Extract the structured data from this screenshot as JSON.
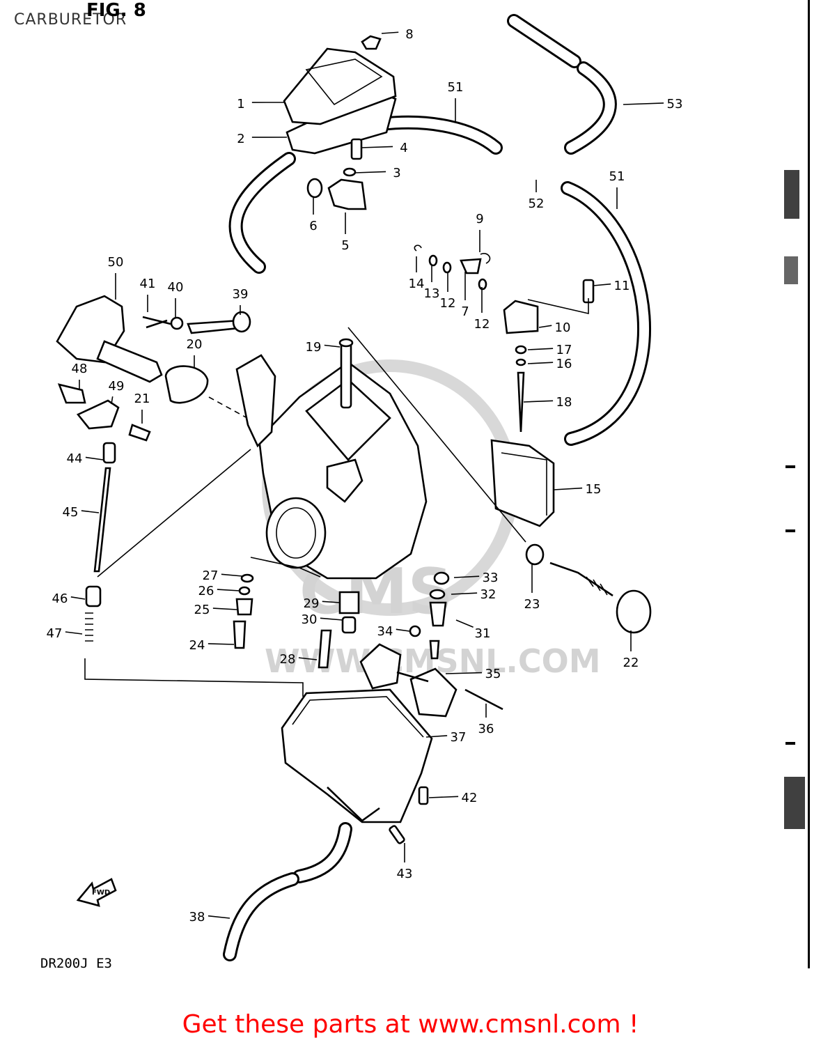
{
  "header": {
    "subtitle": "CARBURETOR",
    "figure": "FIG. 8"
  },
  "model_code": "DR200J  E3",
  "watermark": {
    "brand": "CMS",
    "url": "WWW.CMSNL.COM"
  },
  "fwd_arrow_label": "FWD",
  "footer": {
    "link_text": "Get these parts at www.cmsnl.com !",
    "color": "#ff0000"
  },
  "callouts": [
    {
      "n": "1"
    },
    {
      "n": "2"
    },
    {
      "n": "3"
    },
    {
      "n": "4"
    },
    {
      "n": "5"
    },
    {
      "n": "6"
    },
    {
      "n": "7"
    },
    {
      "n": "8"
    },
    {
      "n": "9"
    },
    {
      "n": "10"
    },
    {
      "n": "11"
    },
    {
      "n": "12"
    },
    {
      "n": "12"
    },
    {
      "n": "13"
    },
    {
      "n": "14"
    },
    {
      "n": "15"
    },
    {
      "n": "16"
    },
    {
      "n": "17"
    },
    {
      "n": "18"
    },
    {
      "n": "19"
    },
    {
      "n": "20"
    },
    {
      "n": "21"
    },
    {
      "n": "22"
    },
    {
      "n": "23"
    },
    {
      "n": "24"
    },
    {
      "n": "25"
    },
    {
      "n": "26"
    },
    {
      "n": "27"
    },
    {
      "n": "28"
    },
    {
      "n": "29"
    },
    {
      "n": "30"
    },
    {
      "n": "31"
    },
    {
      "n": "32"
    },
    {
      "n": "33"
    },
    {
      "n": "34"
    },
    {
      "n": "35"
    },
    {
      "n": "36"
    },
    {
      "n": "37"
    },
    {
      "n": "38"
    },
    {
      "n": "39"
    },
    {
      "n": "40"
    },
    {
      "n": "41"
    },
    {
      "n": "42"
    },
    {
      "n": "43"
    },
    {
      "n": "44"
    },
    {
      "n": "45"
    },
    {
      "n": "46"
    },
    {
      "n": "47"
    },
    {
      "n": "48"
    },
    {
      "n": "49"
    },
    {
      "n": "50"
    },
    {
      "n": "51"
    },
    {
      "n": "51"
    },
    {
      "n": "52"
    },
    {
      "n": "53"
    }
  ]
}
